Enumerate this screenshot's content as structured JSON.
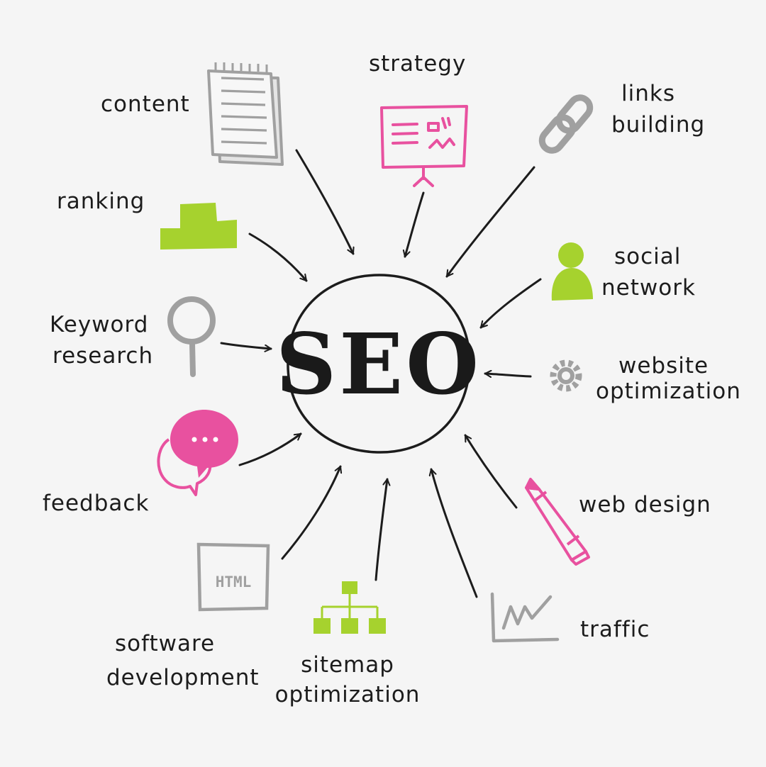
{
  "center": {
    "label": "SEO"
  },
  "topics": {
    "content": {
      "line1": "content",
      "icon": "notepad-icon"
    },
    "strategy": {
      "line1": "strategy",
      "icon": "presentation-board-icon"
    },
    "links_building": {
      "line1": "links",
      "line2": "building",
      "icon": "chain-link-icon"
    },
    "ranking": {
      "line1": "ranking",
      "icon": "podium-icon"
    },
    "social_network": {
      "line1": "social",
      "line2": "network",
      "icon": "user-icon"
    },
    "keyword_research": {
      "line1": "Keyword",
      "line2": "research",
      "icon": "magnifier-icon"
    },
    "website_optimization": {
      "line1": "website",
      "line2": "optimization",
      "icon": "gear-icon"
    },
    "feedback": {
      "line1": "feedback",
      "icon": "chat-bubbles-icon"
    },
    "web_design": {
      "line1": "web design",
      "icon": "pencil-icon"
    },
    "software_development": {
      "line1": "software",
      "line2": "development",
      "icon": "html-window-icon",
      "icon_text": "HTML"
    },
    "sitemap_optimization": {
      "line1": "sitemap",
      "line2": "optimization",
      "icon": "sitemap-icon"
    },
    "traffic": {
      "line1": "traffic",
      "icon": "line-chart-icon"
    }
  },
  "colors": {
    "background": "#f5f5f5",
    "ink": "#1c1c1c",
    "gray": "#a0a0a0",
    "pink": "#e8519f",
    "green": "#a6d22e"
  }
}
